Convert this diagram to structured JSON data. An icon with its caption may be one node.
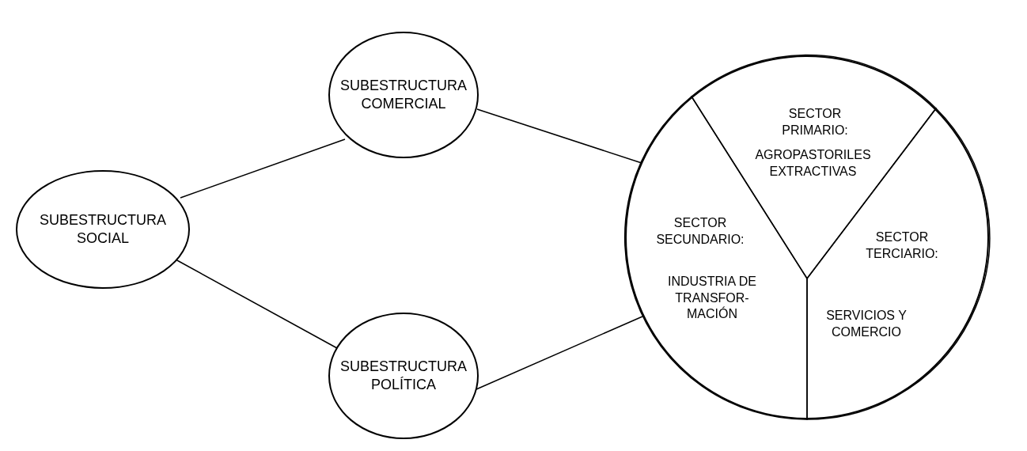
{
  "diagram": {
    "nodes": [
      {
        "text": [
          "SUBESTRUCTURA SOCIAL"
        ]
      },
      {
        "text": [
          "SUBESTRUCTURA COMERCIAL"
        ]
      },
      {
        "text": [
          "SUBESTRUCTURA POLÍTICA"
        ]
      },
      {
        "text": [],
        "shape": "circle"
      },
      {
        "text": [
          "SECTOR PRIMARIO:",
          "AGROPASTORILES EXTRACTIVAS"
        ],
        "in": 3
      },
      {
        "text": [
          "SECTOR SECUNDARIO:",
          "INDUSTRIA DE TRANSFOR- MACIÓN"
        ],
        "in": 3
      },
      {
        "text": [
          "SECTOR TERCIARIO:",
          "SERVICIOS Y COMERCIO"
        ],
        "in": 3
      }
    ],
    "edges": [
      {
        "from": 0,
        "to": 1,
        "arrow": "none"
      },
      {
        "from": 0,
        "to": 2,
        "arrow": "none"
      },
      {
        "from": 1,
        "to": 3,
        "arrow": "none"
      },
      {
        "from": 2,
        "to": 3,
        "arrow": "none"
      }
    ]
  }
}
